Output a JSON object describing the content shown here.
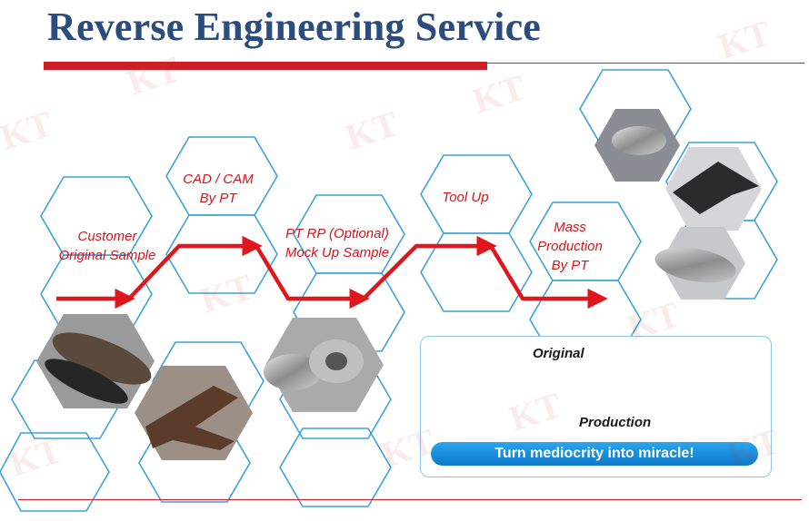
{
  "page": {
    "title": "Reverse Engineering Service",
    "accent_color": "#cf1f26",
    "title_color": "#2b4d7e",
    "hex_line_color": "#3aa2df"
  },
  "process_steps": [
    {
      "label": "Customer\nOriginal Sample"
    },
    {
      "label": "CAD / CAM\nBy PT"
    },
    {
      "label": "PT RP (Optional)\nMock Up Sample"
    },
    {
      "label": "Tool Up"
    },
    {
      "label": "Mass\nProduction\nBy PT"
    }
  ],
  "comparison": {
    "original_label": "Original",
    "production_label": "Production",
    "slogan": "Turn mediocrity into miracle!"
  },
  "watermark": {
    "logo_text": "KT"
  }
}
